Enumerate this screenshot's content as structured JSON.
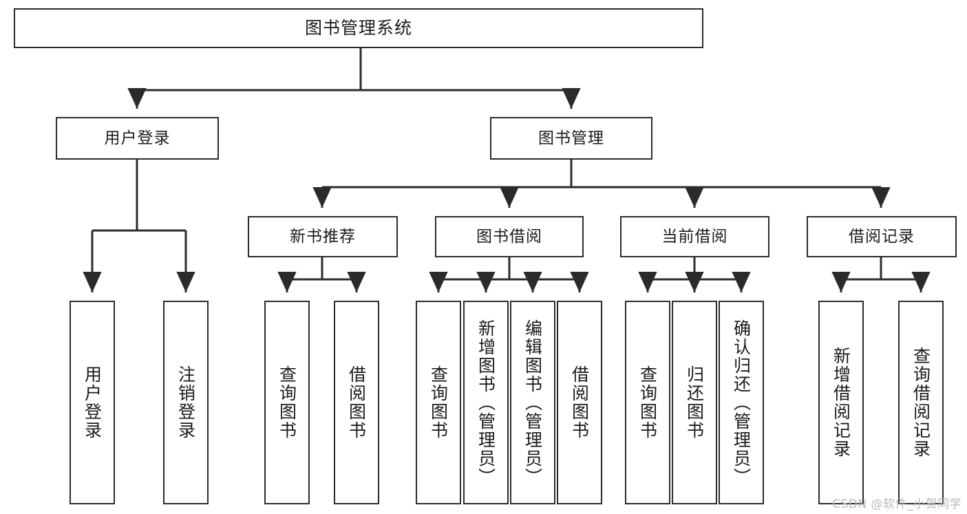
{
  "diagram": {
    "title": "图书管理系统",
    "type": "tree",
    "stroke_color": "#2b2b2b",
    "fill_color": "#ffffff",
    "text_color": "#1a1a1a",
    "watermark": "CSDN @软件_小贺同学"
  },
  "root": {
    "label": "图书管理系统"
  },
  "level2": [
    {
      "label": "用户登录"
    },
    {
      "label": "图书管理"
    }
  ],
  "level3": [
    {
      "label": "新书推荐"
    },
    {
      "label": "图书借阅"
    },
    {
      "label": "当前借阅"
    },
    {
      "label": "借阅记录"
    }
  ],
  "leaves": {
    "user_login": [
      {
        "label": "用户登录"
      },
      {
        "label": "注销登录"
      }
    ],
    "new_book_recommend": [
      {
        "label": "查询图书"
      },
      {
        "label": "借阅图书"
      }
    ],
    "book_borrow": [
      {
        "label": "查询图书"
      },
      {
        "label": "新增图书（管理员）"
      },
      {
        "label": "编辑图书（管理员）"
      },
      {
        "label": "借阅图书"
      }
    ],
    "current_borrow": [
      {
        "label": "查询图书"
      },
      {
        "label": "归还图书"
      },
      {
        "label": "确认归还（管理员）"
      }
    ],
    "borrow_record": [
      {
        "label": "新增借阅记录"
      },
      {
        "label": "查询借阅记录"
      }
    ]
  }
}
